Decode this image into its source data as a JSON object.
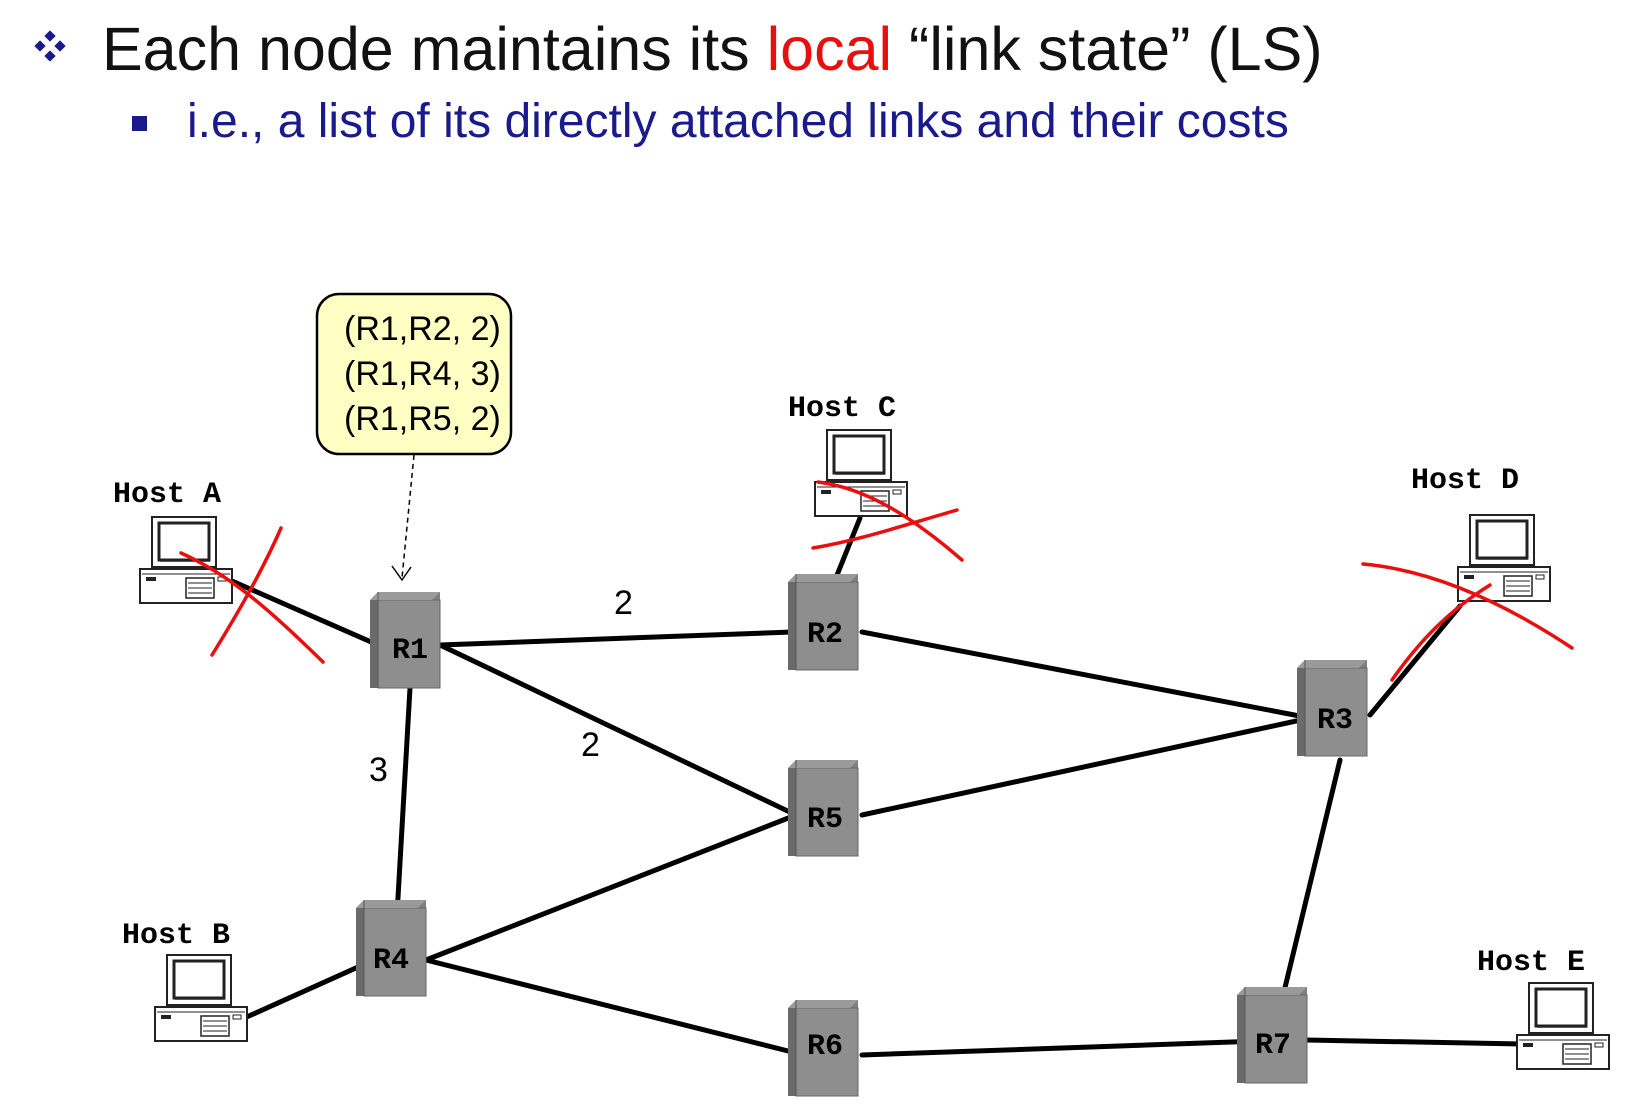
{
  "slide": {
    "heading_before": "Each node maintains its ",
    "heading_highlight": "local",
    "heading_after": " “link state” (LS)",
    "subheading": "i.e., a list of its directly attached links and their costs"
  },
  "colors": {
    "heading": "#111111",
    "highlight": "#e8100f",
    "subheading": "#1a1a8c",
    "router": "#8c8c8c",
    "callout_fill": "#ffffc4",
    "cross_marks": "#e8100f"
  },
  "callout": {
    "lines": [
      "(R1,R2, 2)",
      "(R1,R4, 3)",
      "(R1,R5, 2)"
    ]
  },
  "routers": {
    "r1": "R1",
    "r2": "R2",
    "r3": "R3",
    "r4": "R4",
    "r5": "R5",
    "r6": "R6",
    "r7": "R7"
  },
  "hosts": {
    "a": "Host A",
    "b": "Host B",
    "c": "Host C",
    "d": "Host D",
    "e": "Host E"
  },
  "link_costs": {
    "r1_r2": "2",
    "r1_r5": "2",
    "r1_r4": "3"
  }
}
